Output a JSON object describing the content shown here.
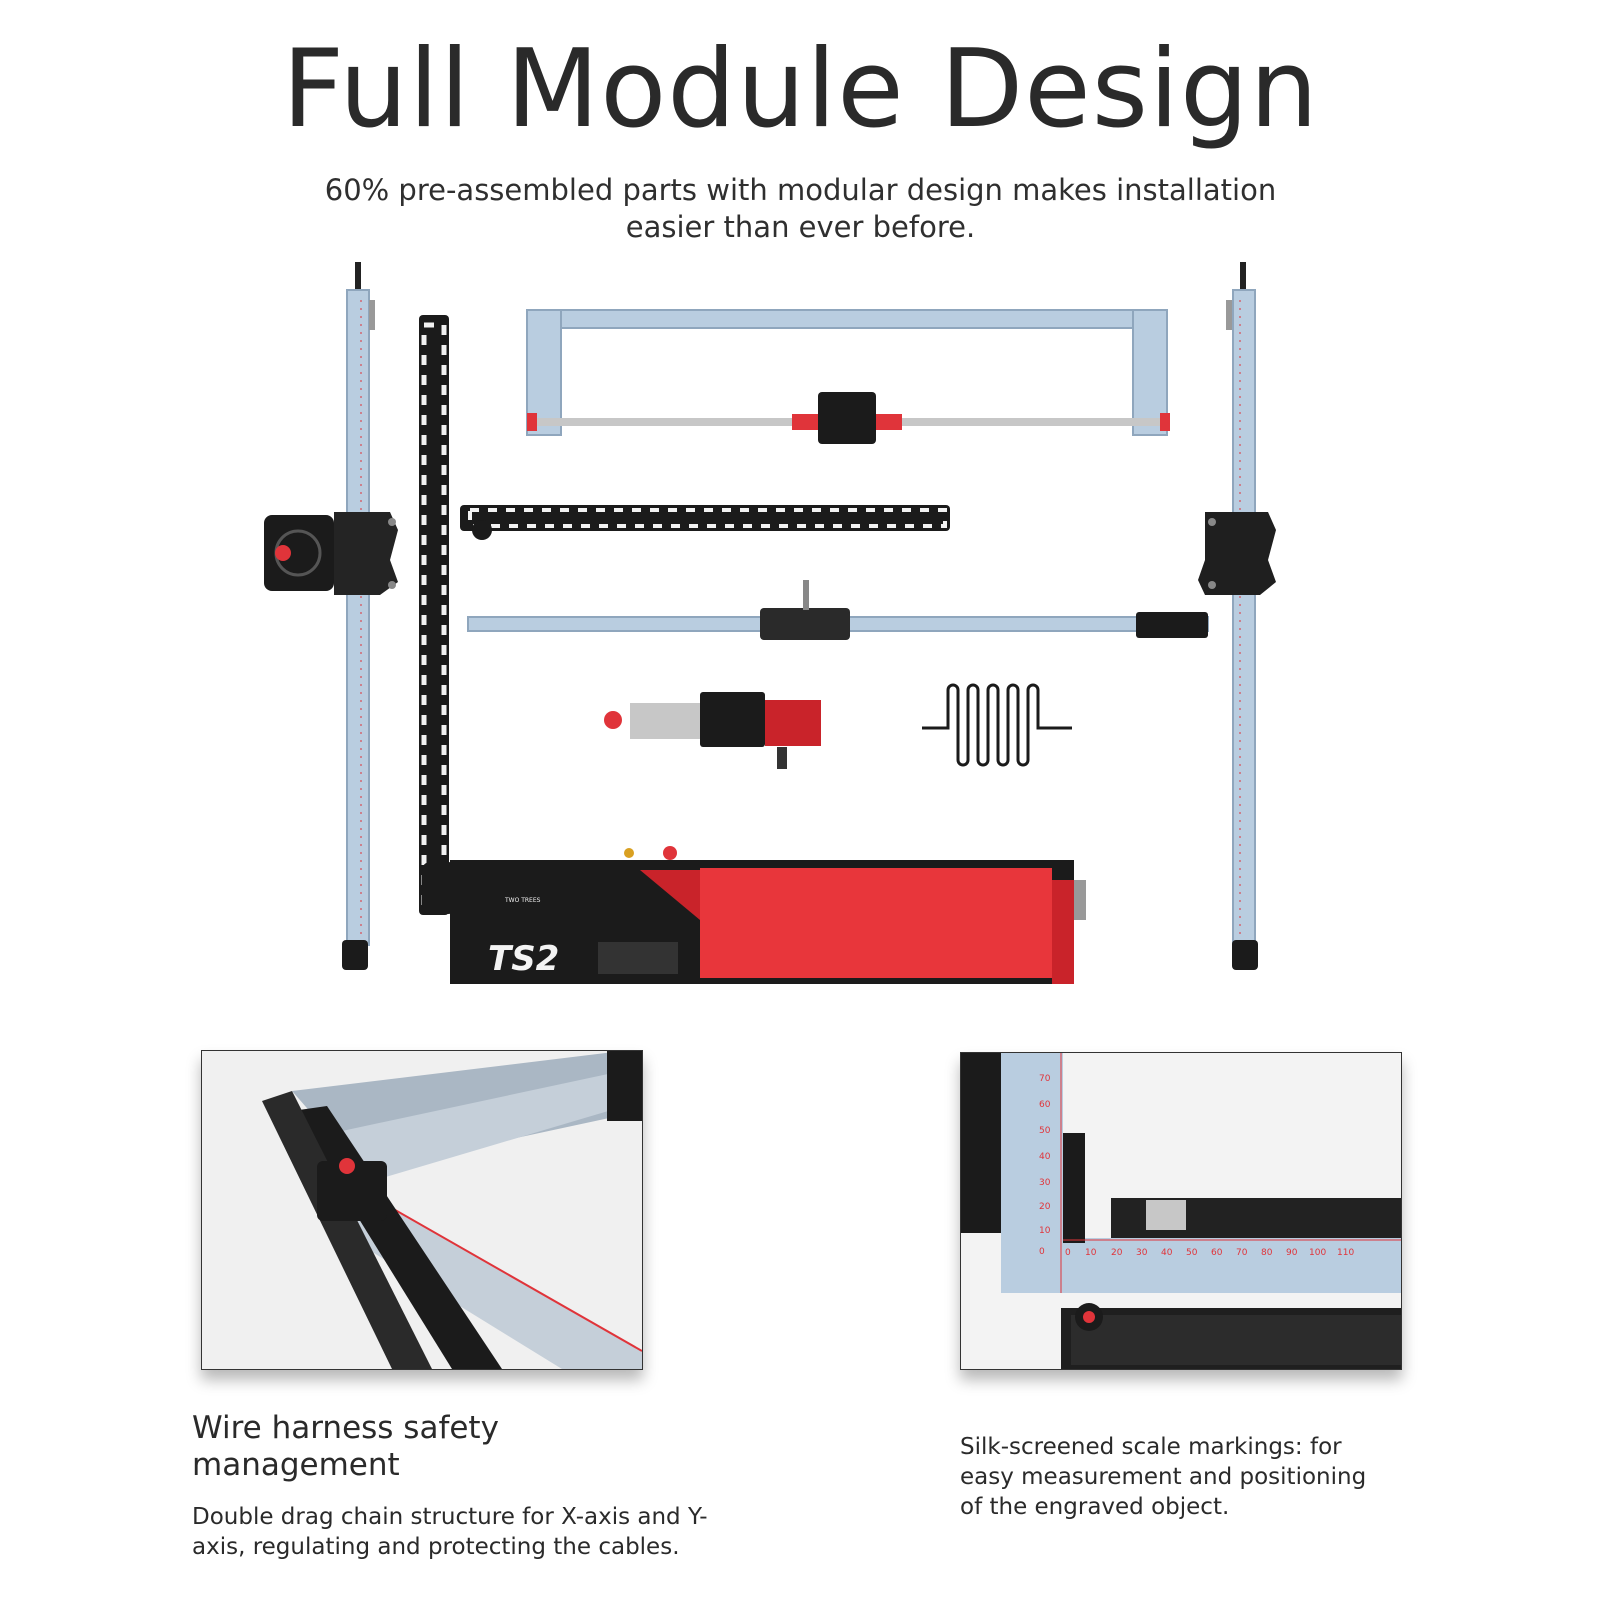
{
  "header": {
    "title": "Full Module Design",
    "subtitle": "60% pre-assembled parts with modular design makes installation easier than ever before."
  },
  "product": {
    "brand_text": "TWO TREES",
    "model_text": "TS2"
  },
  "features": [
    {
      "title": "Wire harness safety management",
      "description": "Double drag chain structure for X-axis and Y-axis, regulating and protecting the cables."
    },
    {
      "title": "",
      "description": "Silk-screened scale markings: for easy measurement and positioning of the engraved object."
    }
  ],
  "scale": {
    "vertical_ticks": [
      "70",
      "60",
      "50",
      "40",
      "30",
      "20",
      "10",
      "0"
    ],
    "horizontal_ticks": [
      "0",
      "10",
      "20",
      "30",
      "40",
      "50",
      "60",
      "70",
      "80",
      "90",
      "100",
      "110"
    ]
  },
  "colors": {
    "rail": "#b9cde0",
    "rail_edge": "#8fa6bd",
    "accent_red": "#e0343a",
    "dark": "#1b1b1b"
  }
}
